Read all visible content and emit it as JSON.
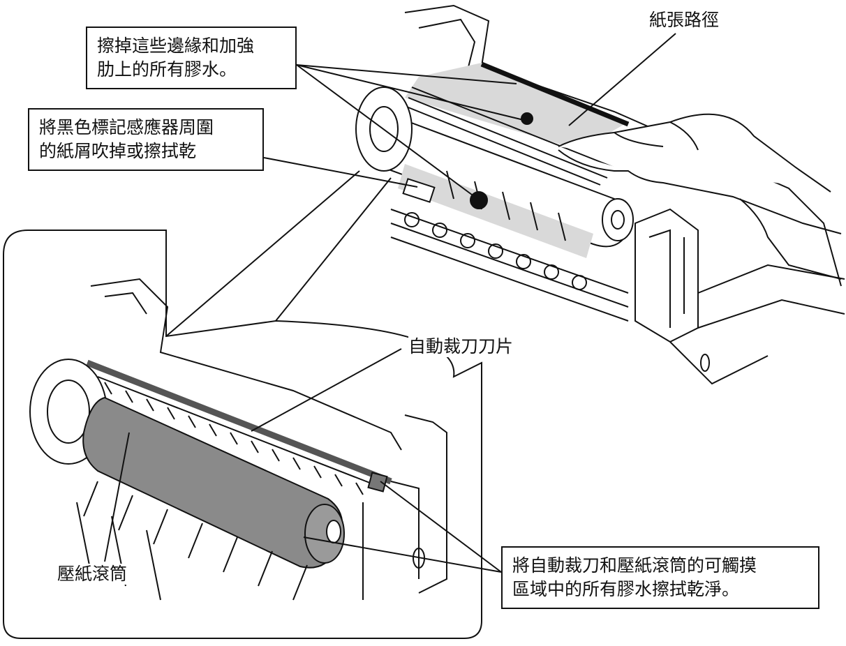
{
  "callouts": {
    "wipe_glue": {
      "line1": "擦掉這些邊緣和加強",
      "line2": "肋上的所有膠水。"
    },
    "sensor": {
      "line1": "將黑色標記感應器周圍",
      "line2": "的紙屑吹掉或擦拭乾"
    },
    "cutter_roller": {
      "line1": "將自動裁刀和壓紙滾筒的可觸摸",
      "line2": "區域中的所有膠水擦拭乾淨。"
    }
  },
  "labels": {
    "paper_path": "紙張路徑",
    "cutter_blade": "自動裁刀刀片",
    "platen_roller": "壓紙滾筒"
  },
  "colors": {
    "line": "#111111",
    "shade": "#d9d9d9",
    "roller": "#8a8a8a",
    "background": "#ffffff"
  }
}
